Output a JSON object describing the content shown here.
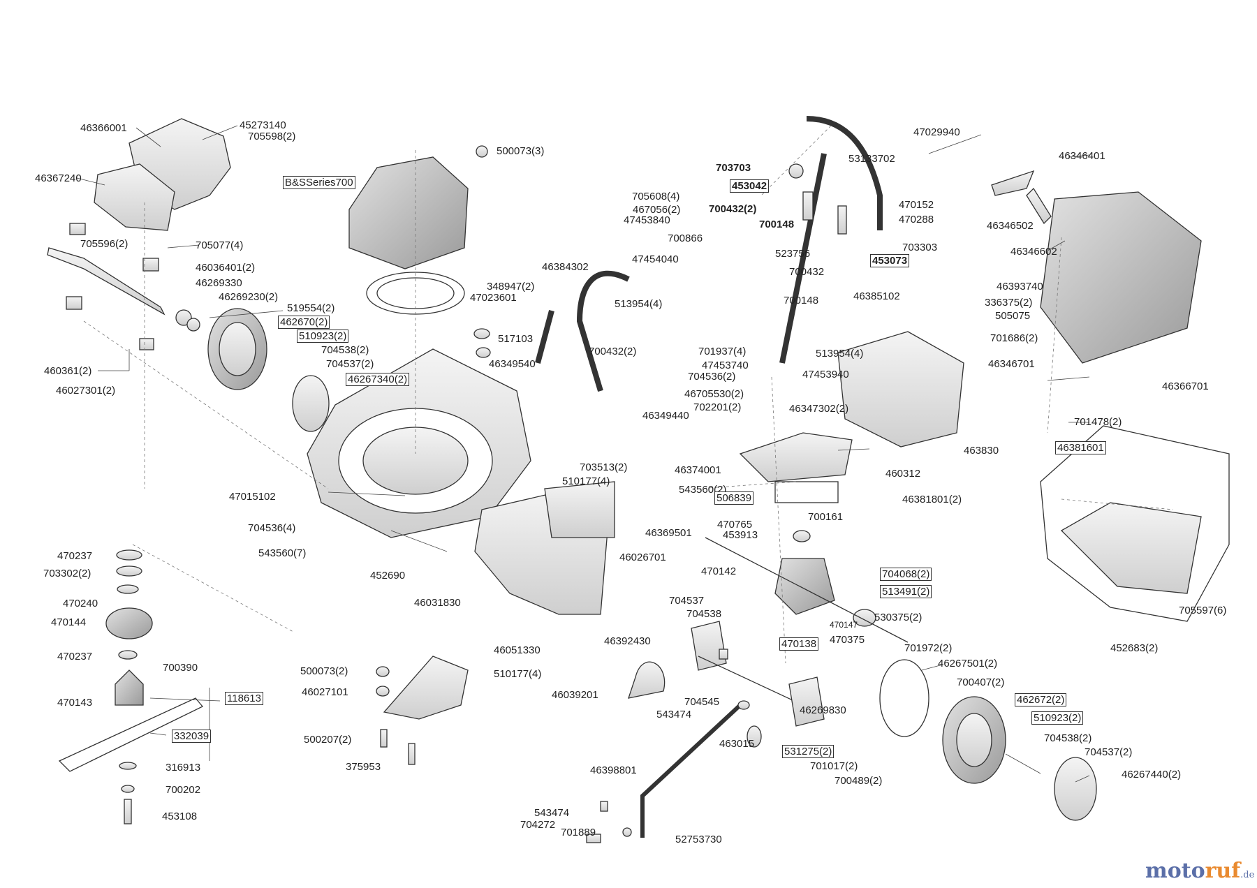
{
  "diagram": {
    "labels": [
      "46366001",
      "45273140",
      "705598(2)",
      "46367240",
      "705596(2)",
      "705077(4)",
      "46036401(2)",
      "46269330",
      "46269230(2)",
      "519554(2)",
      "462670(2)",
      "510923(2)",
      "704538(2)",
      "704537(2)",
      "46267340(2)",
      "460361(2)",
      "46027301(2)",
      "500073(3)",
      "B&SSeries700",
      "47023601",
      "517103",
      "46349540",
      "47015102",
      "704536(4)",
      "543560(7)",
      "452690",
      "703513(2)",
      "510177(4)",
      "543560(2)",
      "46369501",
      "46026701",
      "46031830",
      "46051330",
      "510177(4)",
      "46392430",
      "46039201",
      "47029940",
      "53133702",
      "703703",
      "453042",
      "470152",
      "700432(2)",
      "470288",
      "700148",
      "703303",
      "453073",
      "700866",
      "523756",
      "700432",
      "700148",
      "46385102",
      "705608(4)",
      "467056(2)",
      "47453840",
      "47454040",
      "46384302",
      "348947(2)",
      "513954(4)",
      "700432(2)",
      "701937(4)",
      "47453740",
      "704536(2)",
      "46705530(2)",
      "702201(2)",
      "46347302(2)",
      "513954(4)",
      "47453940",
      "46349440",
      "46374001",
      "460312",
      "46346701",
      "463830",
      "46381801(2)",
      "506839",
      "470765",
      "453913",
      "700161",
      "470142",
      "704068(2)",
      "513491(2)",
      "530375(2)",
      "470147",
      "470138",
      "470375",
      "46346401",
      "46346502",
      "46346602",
      "46393740",
      "336375(2)",
      "505075",
      "701686(2)",
      "46366701",
      "701478(2)",
      "46381601",
      "705597(6)",
      "452683(2)",
      "470237",
      "703302(2)",
      "470240",
      "470144",
      "470237",
      "700390",
      "470143",
      "118613",
      "332039",
      "316913",
      "700202",
      "453108",
      "500073(2)",
      "46027101",
      "500207(2)",
      "375953",
      "704537",
      "704538",
      "704545",
      "543474",
      "46269830",
      "463015",
      "531275(2)",
      "701017(2)",
      "700489(2)",
      "46398801",
      "543474",
      "704272",
      "701889",
      "52753730",
      "701972(2)",
      "46267501(2)",
      "700407(2)",
      "462672(2)",
      "510923(2)",
      "704538(2)",
      "704537(2)",
      "46267440(2)"
    ],
    "watermark": {
      "part1": "moto",
      "part2": "ruf",
      "part3": ".de"
    }
  }
}
